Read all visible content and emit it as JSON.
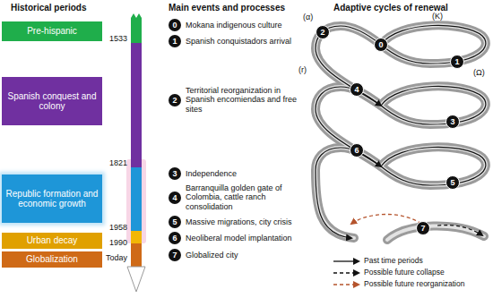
{
  "diagram": {
    "nodes": [
      {
        "text": [
          "Pre-hispanic"
        ]
      },
      {
        "text": [
          "Spanish conquest and colony"
        ]
      },
      {
        "text": [
          "Republic formation and economic growth"
        ]
      },
      {
        "text": [
          "Urban decay"
        ]
      },
      {
        "text": [
          "Globalization"
        ]
      },
      {
        "text": [
          "0",
          "Mokana indigenous culture"
        ]
      },
      {
        "text": [
          "1",
          "Spanish conquistadors arrival"
        ]
      },
      {
        "text": [
          "2",
          "Territorial reorganization in Spanish encomiendas and free sites"
        ]
      },
      {
        "text": [
          "3",
          "Independence"
        ]
      },
      {
        "text": [
          "4",
          "Barranquilla golden gate of Colombia, cattle ranch consolidation"
        ]
      },
      {
        "text": [
          "5",
          "Massive migrations, city crisis"
        ]
      },
      {
        "text": [
          "6",
          "Neoliberal model implantation"
        ]
      },
      {
        "text": [
          "7",
          "Globalized city"
        ]
      },
      {
        "text": [
          "2"
        ]
      },
      {
        "text": [
          "0"
        ]
      },
      {
        "text": [
          "1"
        ]
      },
      {
        "text": [
          "4"
        ]
      },
      {
        "text": [
          "3"
        ]
      },
      {
        "text": [
          "6"
        ]
      },
      {
        "text": [
          "5"
        ]
      },
      {
        "text": [
          "7"
        ]
      }
    ],
    "labels": [
      "Historical periods",
      "Main events and processes",
      "Adaptive cycles of renewal",
      "1533",
      "1821",
      "1958",
      "1990",
      "Today",
      "(α)",
      "(K)",
      "(Ω)",
      "(r)"
    ],
    "legend": [
      {
        "text": "Past time periods"
      },
      {
        "text": "Possible future collapse"
      },
      {
        "text": "Possible future reorganization"
      }
    ]
  }
}
